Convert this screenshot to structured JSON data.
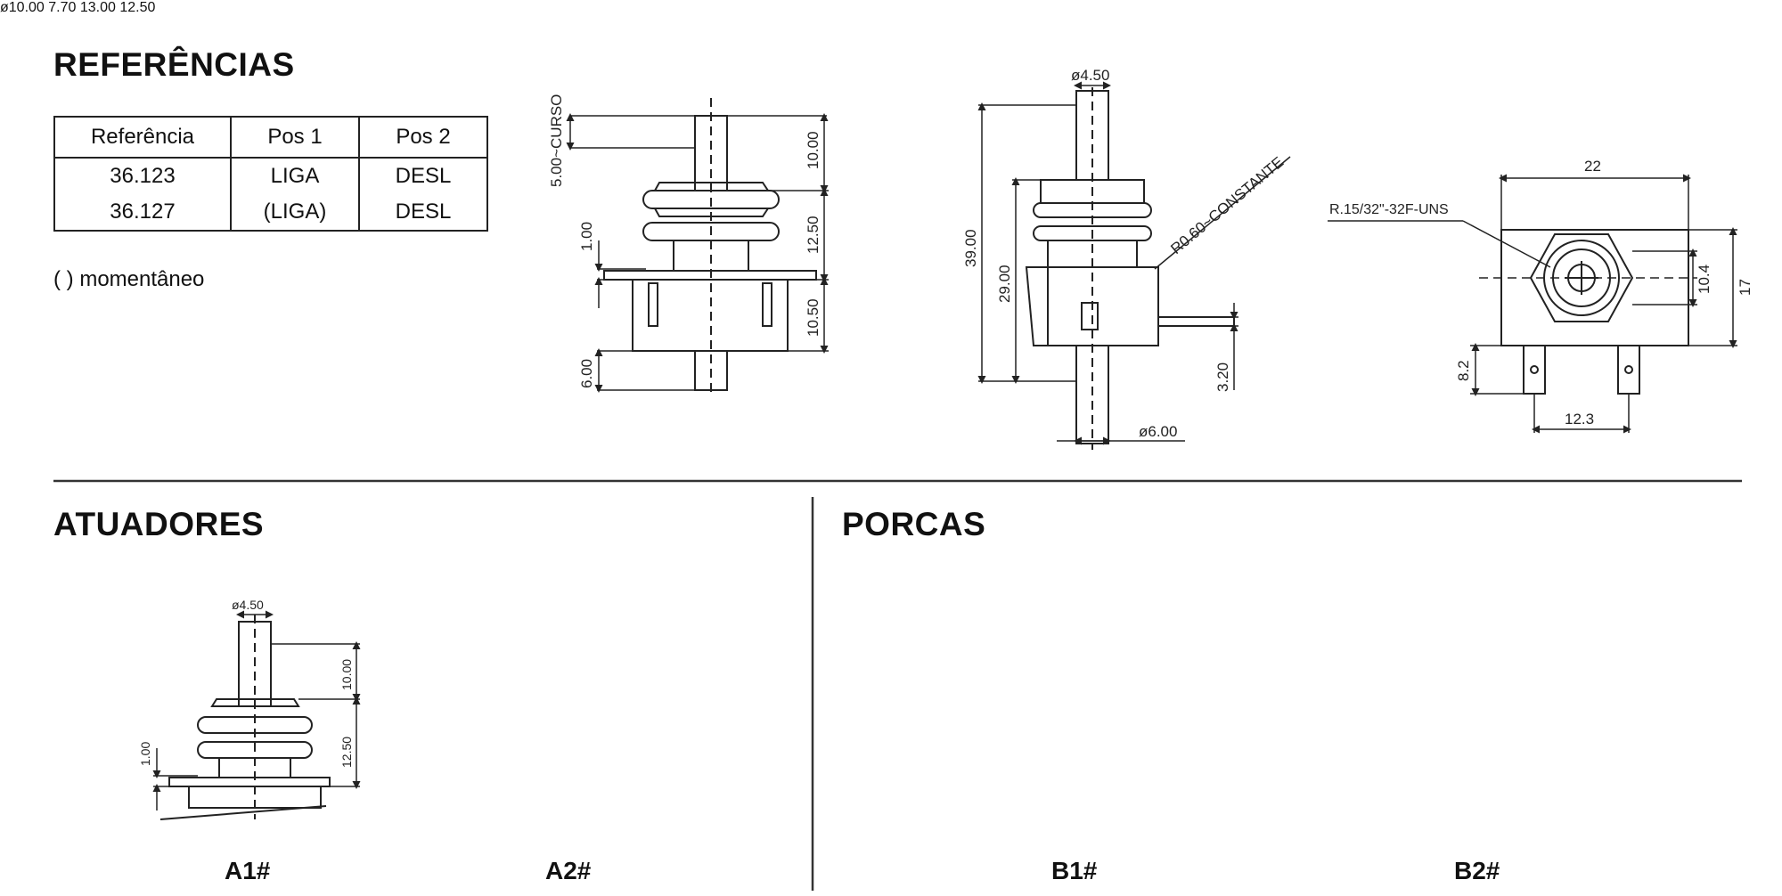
{
  "sections": {
    "referencias": "REFERÊNCIAS",
    "atuadores": "ATUADORES",
    "porcas": "PORCAS"
  },
  "table": {
    "headers": [
      "Referência",
      "Pos 1",
      "Pos 2"
    ],
    "rows": [
      [
        "36.123",
        "LIGA",
        "DESL"
      ],
      [
        "36.127",
        "(LIGA)",
        "DESL"
      ]
    ]
  },
  "note": "(   ) momentâneo",
  "dimensions": {
    "front": [
      "5.00~CURSO",
      "10.00",
      "1.00",
      "12.50",
      "10.50",
      "6.00"
    ],
    "side": [
      "ø4.50",
      "39.00",
      "29.00",
      "R0.60~CONSTANTE",
      "3.20",
      "ø6.00"
    ],
    "top": [
      "22",
      "R.15/32\"-32F-UNS",
      "10.4",
      "17",
      "8.2",
      "12.3"
    ],
    "a1": [
      "ø4.50",
      "10.00",
      "1.00",
      "12.50"
    ],
    "a2": [
      "ø10.00",
      "7.70",
      "13.00",
      "12.50"
    ]
  },
  "captions": {
    "a1": "A1#",
    "a2": "A2#",
    "b1": "B1#",
    "b2": "B2#"
  }
}
